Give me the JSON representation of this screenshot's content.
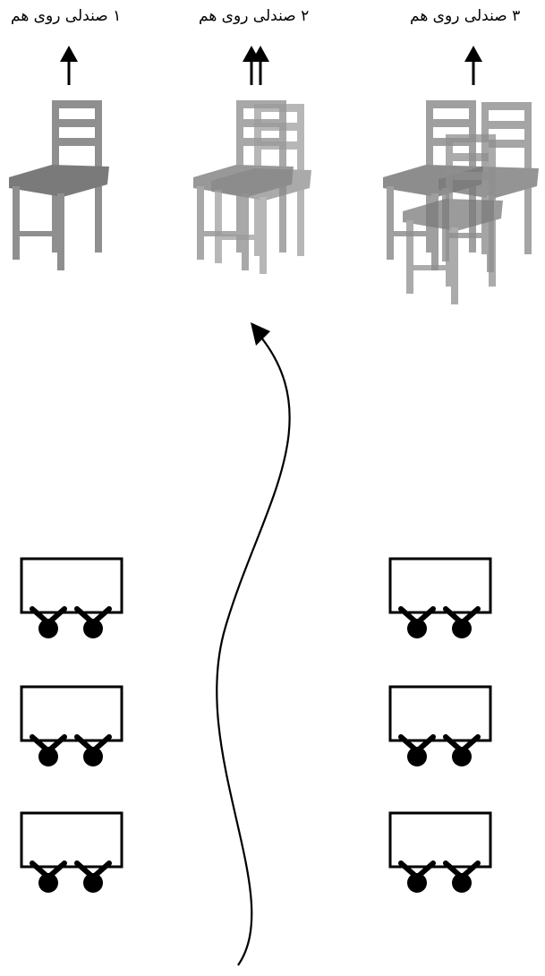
{
  "labels": {
    "one_chair": "۱ صندلی روی هم",
    "two_chairs": "۲ صندلی روی هم",
    "three_chairs": "۳ صندلی روی هم"
  },
  "colors": {
    "chair": "#8f8f8f",
    "chair_seat": "#7a7a7a",
    "ink": "#000000"
  },
  "icons": [
    "arrow-up-icon",
    "chair-icon",
    "desk-with-seats-icon",
    "curved-path-arrow-icon"
  ]
}
